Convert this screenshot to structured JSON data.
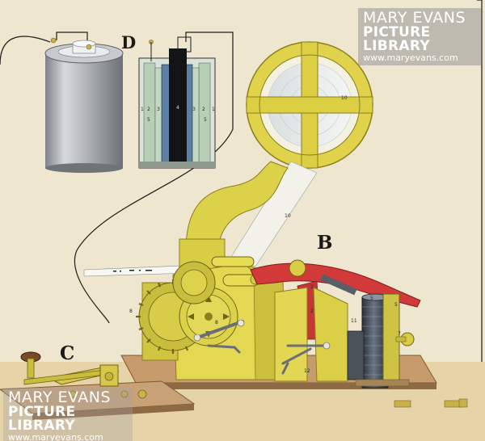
{
  "labels": {
    "battery": "D",
    "printer": "B",
    "key": "C"
  },
  "watermark_top": {
    "line1": "MARY EVANS",
    "line2": "PICTURE LIBRARY",
    "line3": "www.maryevans.com"
  },
  "watermark_bottom": {
    "line1": "MARY EVANS",
    "line2": "PICTURE LIBRARY",
    "line3": "www.maryevans.com"
  },
  "numbers": {
    "cell_left": [
      "1",
      "2",
      "5",
      "3"
    ],
    "cell_center": "4",
    "cell_right": [
      "3",
      "2",
      "5",
      "1"
    ],
    "reel": "10",
    "strip": "10",
    "gear": "8",
    "wheel": "8",
    "lever_a": "2",
    "lever_b": "2",
    "magnet": "5",
    "magnet_b": "5",
    "screw": "7",
    "base": "12",
    "bar": "11"
  },
  "colors": {
    "machine_yellow": "#dcd24a",
    "lever_red": "#d23a3a",
    "coil_dark": "#3b4450",
    "base_brown": "#b9946a",
    "battery_grey": "#9ea3a6"
  }
}
